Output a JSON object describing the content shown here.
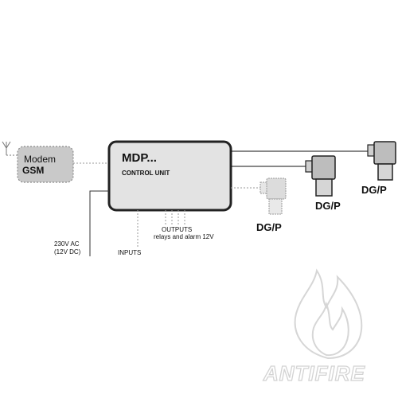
{
  "modem": {
    "line1": "Modem",
    "line2": "GSM"
  },
  "control_unit": {
    "title": "MDP...",
    "subtitle": "CONTROL UNIT"
  },
  "labels": {
    "power_line1": "230V AC",
    "power_line2": "(12V DC)",
    "inputs": "INPUTS",
    "outputs_line1": "OUTPUTS",
    "outputs_line2": "relays and  alarm 12V"
  },
  "detectors": [
    {
      "label": "DG/P"
    },
    {
      "label": "DG/P"
    },
    {
      "label": "DG/P"
    }
  ],
  "watermark": {
    "text": "ANTIFIRE"
  },
  "colors": {
    "unit_fill": "#e3e3e3",
    "unit_border": "#222222",
    "modem_fill": "#c9c9c9",
    "modem_border": "#8a8a8a",
    "detector_dark": "#bdbdbd",
    "detector_light": "#d6d6d6",
    "watermark": "#d7d7d7"
  }
}
